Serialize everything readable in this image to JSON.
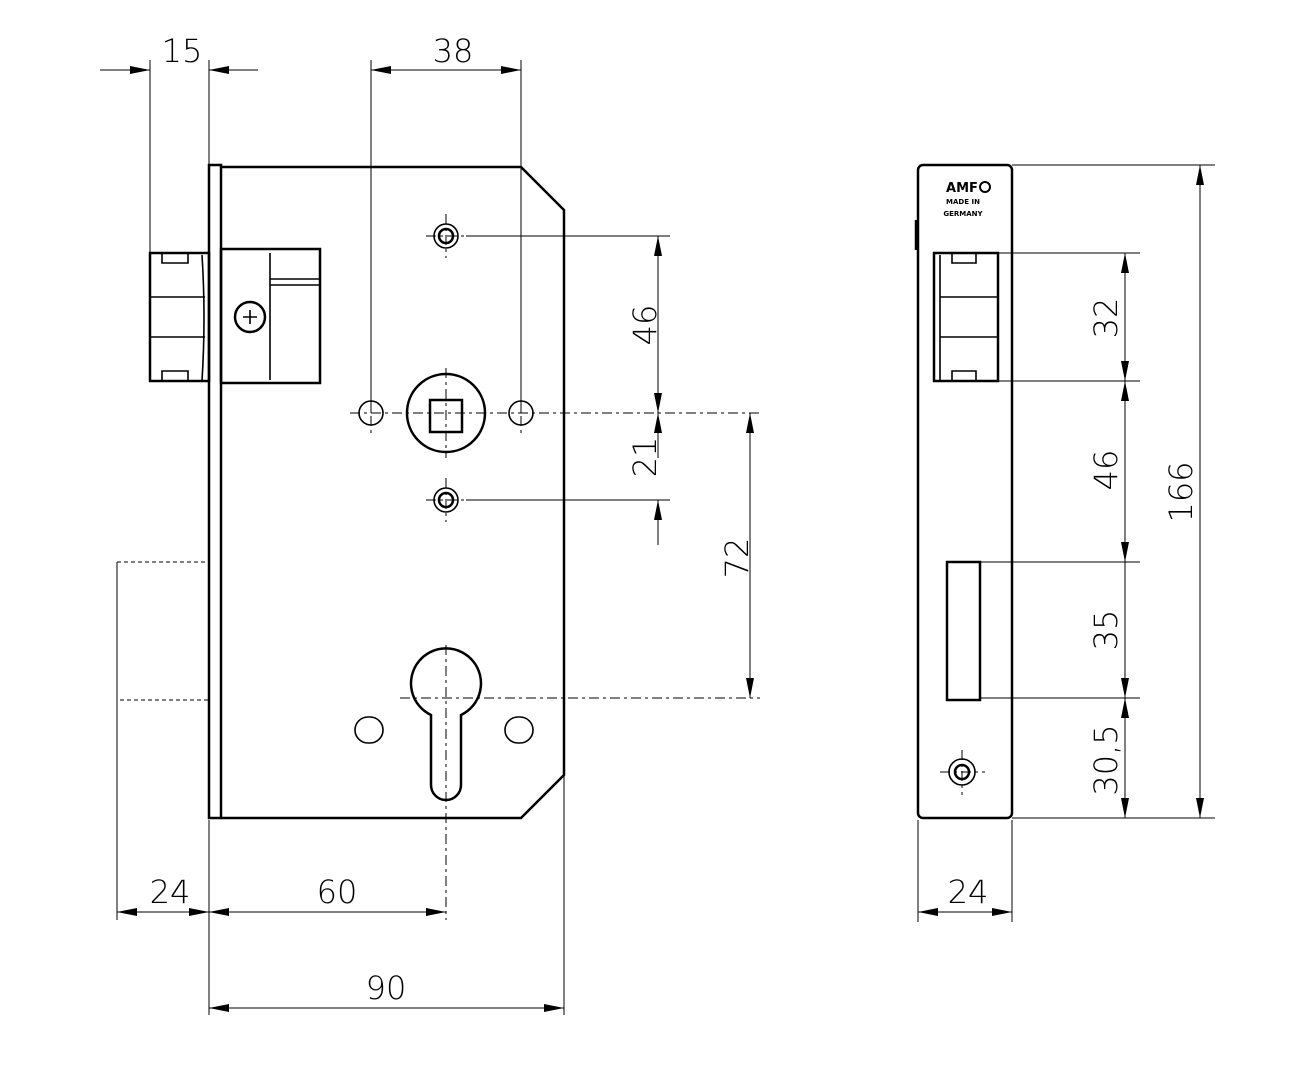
{
  "drawing": {
    "front_view": {
      "dimensions": {
        "latch_projection": "15",
        "hole_spacing": "38",
        "screw_to_spindle": "46",
        "spindle_to_screw": "21",
        "spindle_to_cylinder": "72",
        "faceplate_width": "24",
        "backset": "60",
        "case_depth": "90"
      }
    },
    "side_view": {
      "logo": {
        "brand": "AMF",
        "line1": "MADE IN",
        "line2": "GERMANY"
      },
      "dimensions": {
        "latch_height": "32",
        "latch_to_bolt": "46",
        "bolt_height": "35",
        "bolt_to_bottom": "30,5",
        "total_height": "166",
        "faceplate_width": "24"
      }
    }
  }
}
